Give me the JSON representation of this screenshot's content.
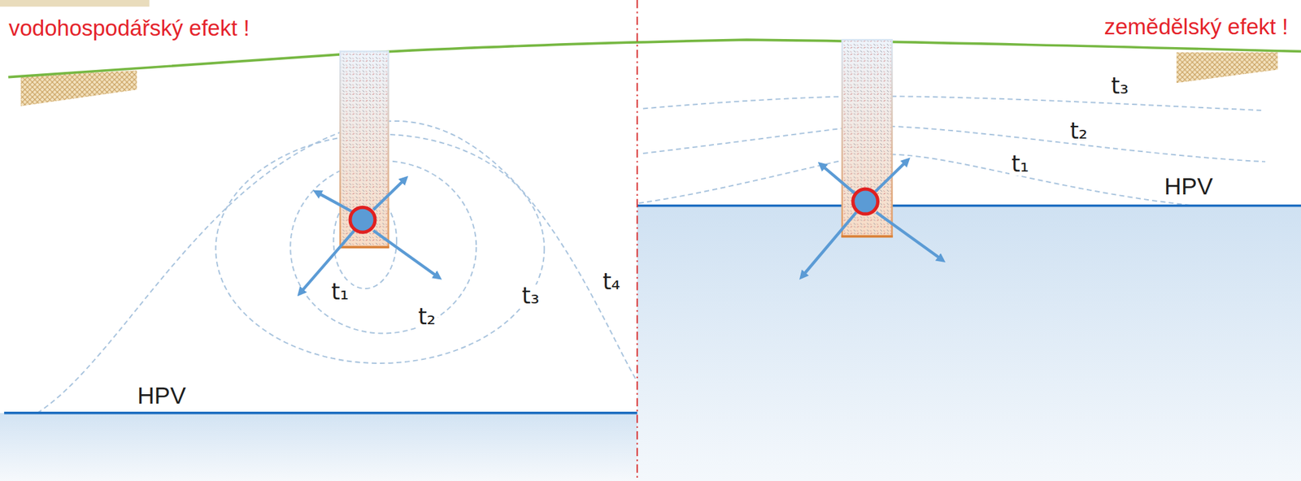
{
  "diagram": {
    "labels": [
      "vodohospodářský efekt !",
      "zemědělský efekt !",
      "t₃",
      "t₂",
      "t₁",
      "HPV",
      "t₁",
      "t₃",
      "t₄",
      "t₂",
      "HPV"
    ]
  }
}
